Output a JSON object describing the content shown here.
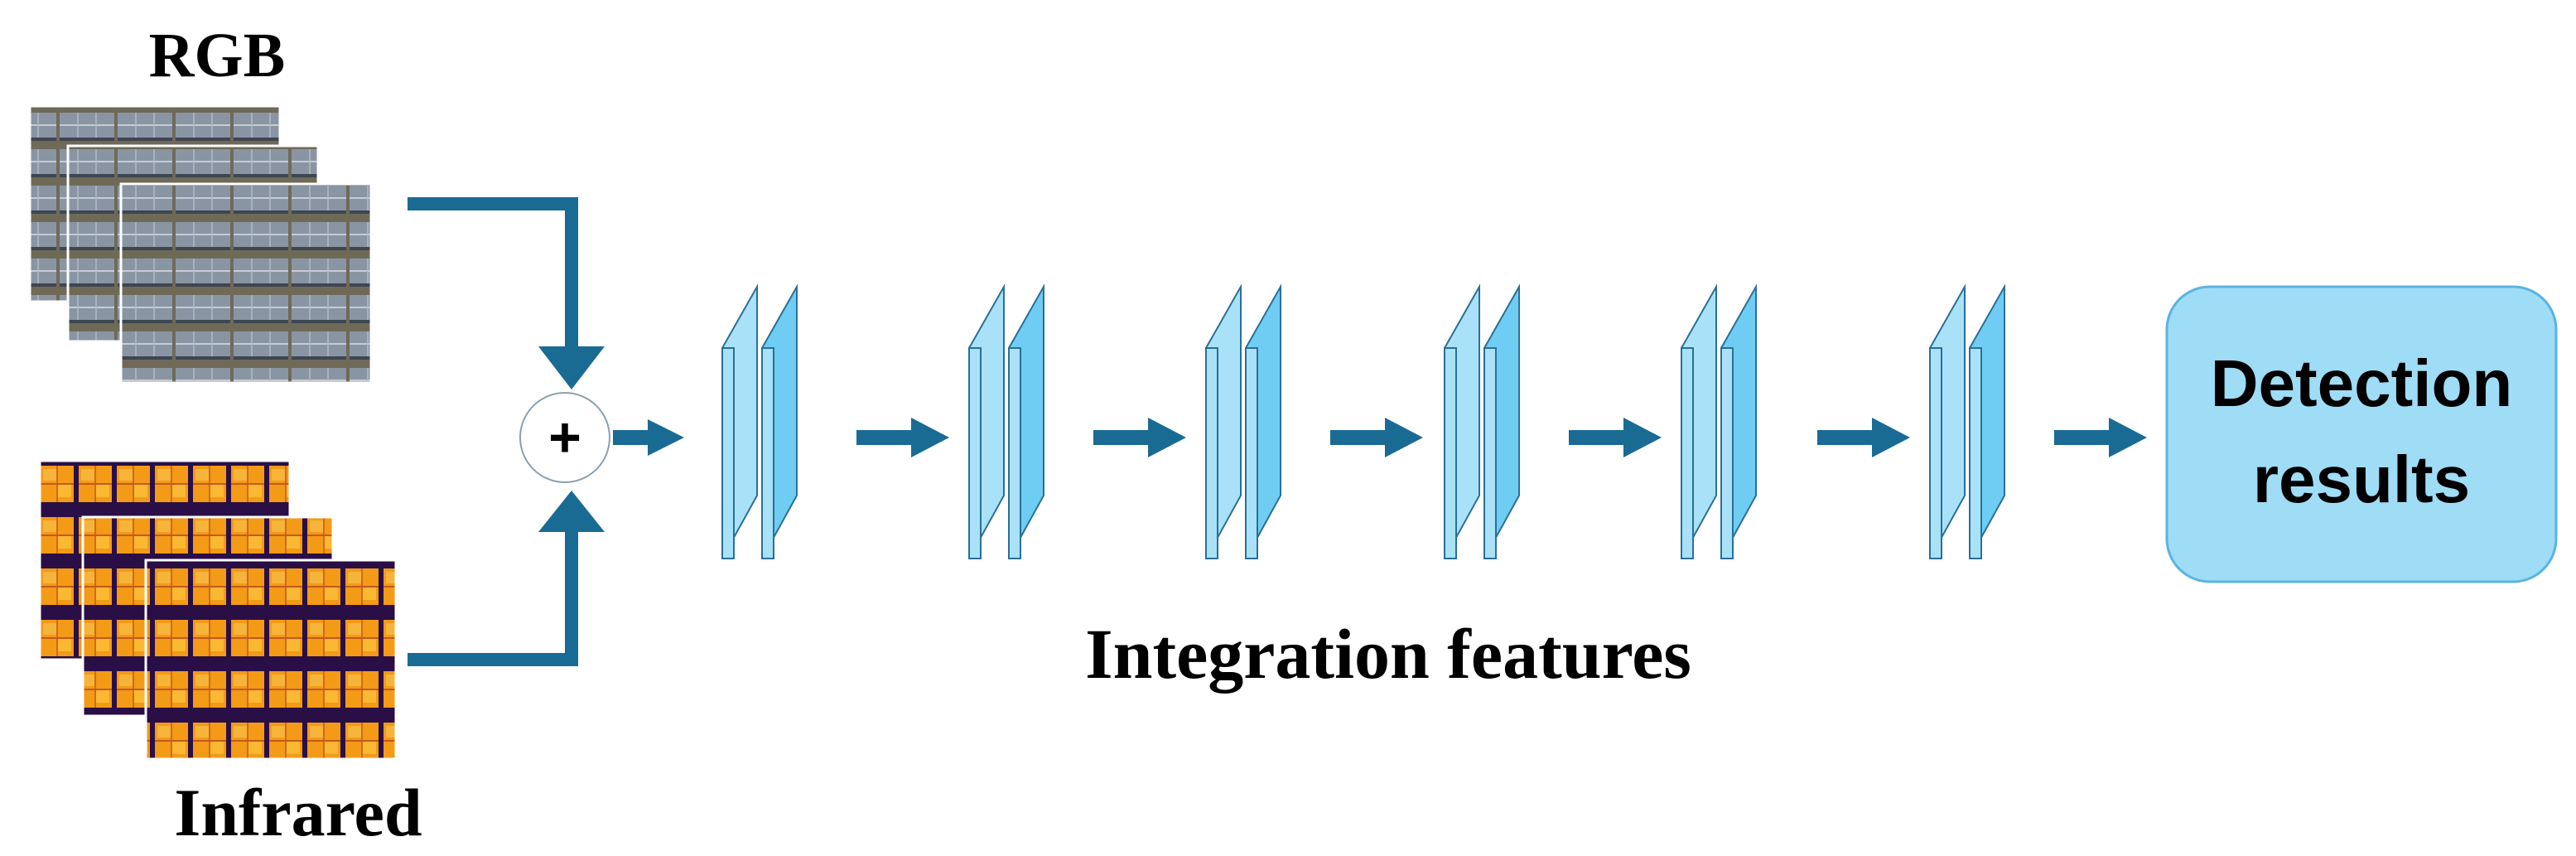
{
  "diagram": {
    "inputs": {
      "rgb_label": "RGB",
      "infrared_label": "Infrared"
    },
    "fusion_symbol": "+",
    "features_label": "Integration features",
    "output_label_line1": "Detection",
    "output_label_line2": "results",
    "feature_block_count": 6
  },
  "colors": {
    "arrow": "#1a6b94",
    "feature_front": "#6fcdf3",
    "feature_back": "#a9e2f8",
    "feature_edge": "#2b6f95",
    "output_fill": "#9fdcf6",
    "output_stroke": "#5ab3e0",
    "rgb_panel": "#8a95a3",
    "rgb_row_dark": "#3e4652",
    "rgb_gap": "#6f6a58",
    "ir_panel": "#f39a17",
    "ir_hot": "#ffd14a",
    "ir_grid": "#2a0e46"
  }
}
